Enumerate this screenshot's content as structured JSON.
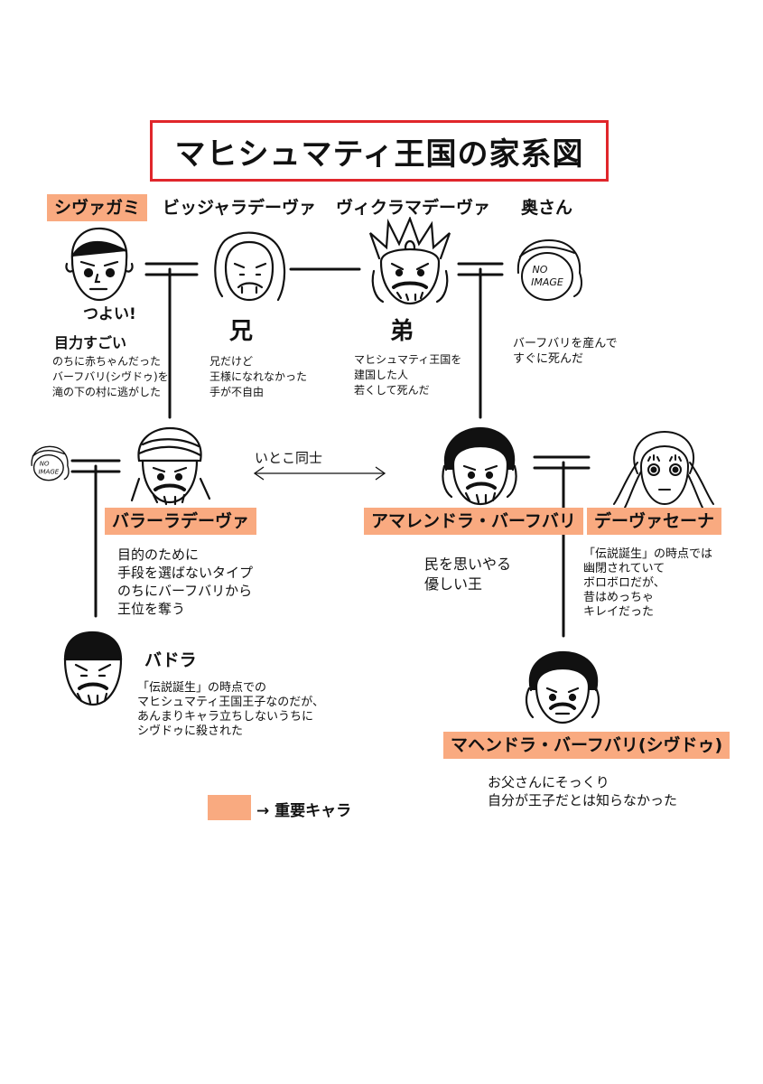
{
  "title": "マヒシュマティ王国の家系図",
  "colors": {
    "highlight": "#f9aa80",
    "title_border": "#e0262b"
  },
  "characters": {
    "sivagami": {
      "name": "シヴァガミ",
      "caption": "つよい!",
      "label": "目力すごい",
      "notes": [
        "のちに赤ちゃんだった",
        "バーフバリ(シヴドゥ)を",
        "滝の下の村に逃がした"
      ]
    },
    "bijjala": {
      "name": "ビッジャラデーヴァ",
      "relation": "兄",
      "notes": [
        "兄だけど",
        "王様になれなかった",
        "手が不自由"
      ]
    },
    "vikrama": {
      "name": "ヴィクラマデーヴァ",
      "relation": "弟",
      "notes": [
        "マヒシュマティ王国を",
        "建国した人",
        "若くして死んだ"
      ]
    },
    "wife": {
      "name": "奥さん",
      "no_image": [
        "NO",
        "IMAGE"
      ],
      "notes": [
        "バーフバリを産んで",
        "すぐに死んだ"
      ]
    },
    "bhalla_wife": {
      "no_image": [
        "NO",
        "IMAGE"
      ]
    },
    "bhallala": {
      "name": "バラーラデーヴァ",
      "notes": [
        "目的のために",
        "手段を選ばないタイプ",
        "のちにバーフバリから",
        "王位を奪う"
      ]
    },
    "amarendra": {
      "name": "アマレンドラ・バーフバリ",
      "notes": [
        "民を思いやる",
        "優しい王"
      ]
    },
    "devasena": {
      "name": "デーヴァセーナ",
      "notes": [
        "「伝説誕生」の時点では",
        "幽閉されていて",
        "ボロボロだが、",
        "昔はめっちゃ",
        "キレイだった"
      ]
    },
    "bhadra": {
      "name": "バドラ",
      "notes": [
        "「伝説誕生」の時点での",
        "マヒシュマティ王国王子なのだが、",
        "あんまりキャラ立ちしないうちに",
        "シヴドゥに殺された"
      ]
    },
    "mahendra": {
      "name": "マヘンドラ・バーフバリ(シヴドゥ)",
      "notes": [
        "お父さんにそっくり",
        "自分が王子だとは知らなかった"
      ]
    }
  },
  "cousins_label": "いとこ同士",
  "legend": {
    "label": "→ 重要キャラ"
  }
}
